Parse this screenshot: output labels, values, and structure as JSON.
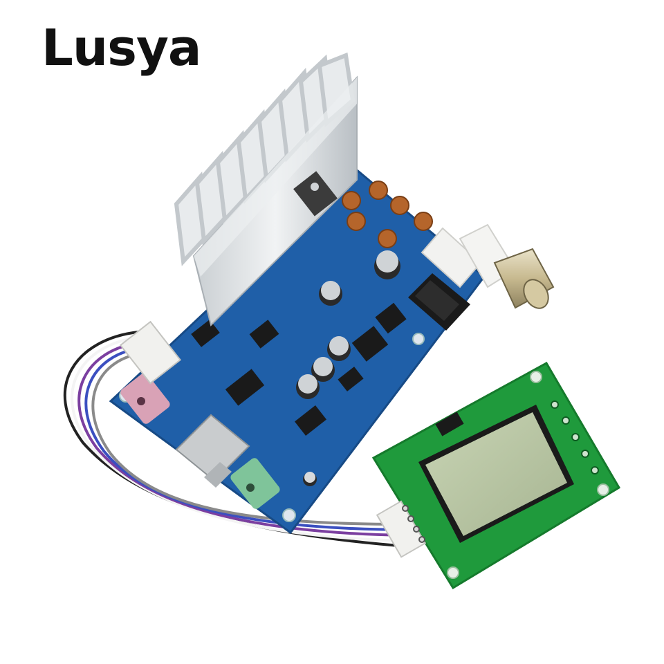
{
  "brand": {
    "name": "Lusya"
  },
  "colors": {
    "background": "#ffffff",
    "brand_text": "#111111",
    "main_pcb": "#1f5fa8",
    "display_pcb": "#1f9a3c",
    "heatsink": "#d9dde0",
    "lcd": "#b9c7a4",
    "coil": "#b5652b"
  },
  "icons": [
    "heatsink",
    "bnc-connector",
    "lcd-screen",
    "sd-card-slot",
    "audio-jack",
    "ribbon-cable"
  ]
}
